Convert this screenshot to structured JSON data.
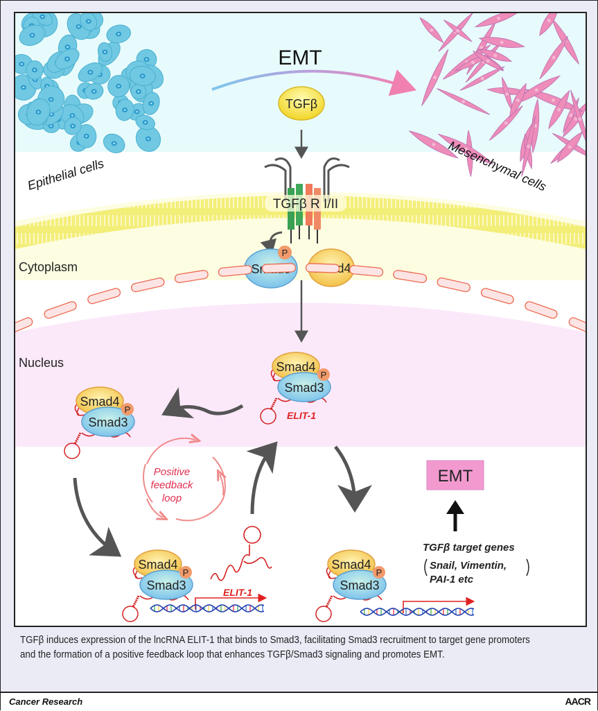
{
  "figure": {
    "labels": {
      "emt_top": "EMT",
      "tgfb": "TGFβ",
      "epithelial": "Epithelial cells",
      "mesenchymal": "Mesenchymal cells",
      "receptor": "TGFβ R I/II",
      "cytoplasm": "Cytoplasm",
      "nucleus": "Nucleus",
      "smad3": "Smad3",
      "smad4": "Smad4",
      "phospho": "P",
      "elit1": "ELIT-1",
      "feedback_line1": "Positive",
      "feedback_line2": "feedback",
      "feedback_line3": "loop",
      "emt_box": "EMT",
      "target_genes_title": "TGFβ target genes",
      "target_genes_line1": "Snail, Vimentin,",
      "target_genes_line2": "PAI-1 etc"
    },
    "colors": {
      "epithelial": "#6cc8e0",
      "mesenchymal": "#ec8cb8",
      "membrane": "#f0ec70",
      "nucleus_bg": "#fbe8fa",
      "cyto_bg": "#fdfde0",
      "top_bg": "#e8fbfc",
      "smad3": "#8ccfe8",
      "smad4": "#f6d16a",
      "phospho": "#f29a6a",
      "rna": "#d42020",
      "arrow": "#555555",
      "feedback": "#f08a8a",
      "emt_box": "#f29ad0"
    }
  },
  "caption": "TGFβ induces expression of the lncRNA ELIT-1 that binds to Smad3, facilitating Smad3 recruitment to target gene promoters and the formation of a positive feedback loop that enhances TGFβ/Smad3 signaling and promotes EMT.",
  "footer": {
    "journal": "Cancer Research",
    "publisher": "AACR"
  }
}
